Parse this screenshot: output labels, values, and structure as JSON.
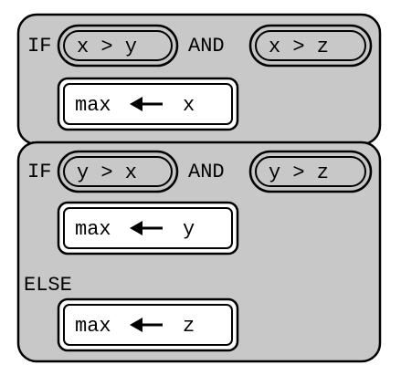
{
  "colors": {
    "block_fill": "#c8c8c8",
    "box_fill": "#ffffff",
    "stroke": "#000000"
  },
  "block1": {
    "keyword": "IF",
    "condition_left": "x > y",
    "connector": "AND",
    "condition_right": "x > z",
    "assignment": {
      "target": "max",
      "arrow_icon": "left-arrow",
      "value": "x"
    }
  },
  "block2": {
    "keyword": "IF",
    "condition_left": "y > x",
    "connector": "AND",
    "condition_right": "y > z",
    "assignment": {
      "target": "max",
      "arrow_icon": "left-arrow",
      "value": "y"
    },
    "else_keyword": "ELSE",
    "else_assignment": {
      "target": "max",
      "arrow_icon": "left-arrow",
      "value": "z"
    }
  }
}
